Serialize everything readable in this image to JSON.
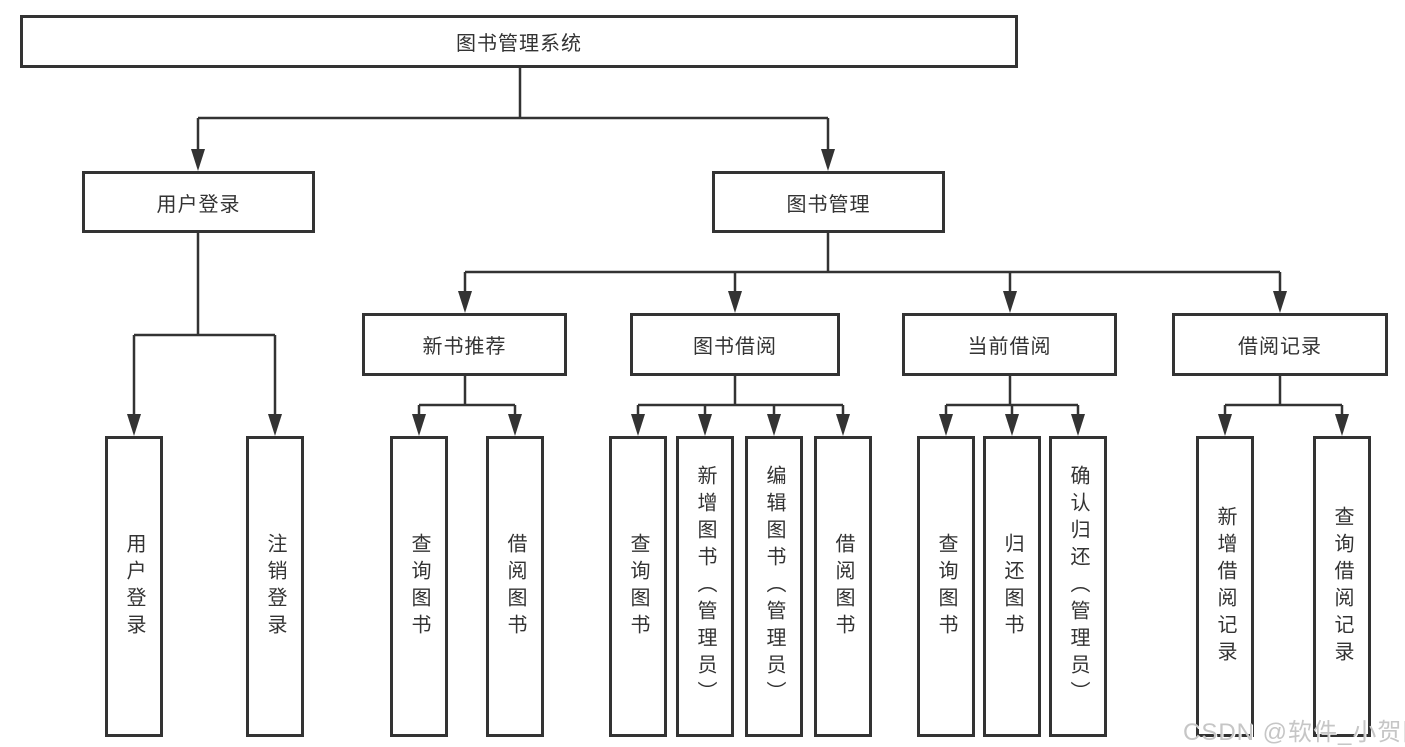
{
  "diagram": {
    "root": {
      "label": "图书管理系统"
    },
    "branches": [
      {
        "label": "用户登录",
        "leaves": [
          "用户登录",
          "注销登录"
        ]
      },
      {
        "label": "图书管理",
        "groups": [
          {
            "label": "新书推荐",
            "leaves": [
              "查询图书",
              "借阅图书"
            ]
          },
          {
            "label": "图书借阅",
            "leaves": [
              "查询图书",
              "新增图书（管理员）",
              "编辑图书（管理员）",
              "借阅图书"
            ]
          },
          {
            "label": "当前借阅",
            "leaves": [
              "查询图书",
              "归还图书",
              "确认归还（管理员）"
            ]
          },
          {
            "label": "借阅记录",
            "leaves": [
              "新增借阅记录",
              "查询借阅记录"
            ]
          }
        ]
      }
    ]
  },
  "watermark": {
    "text": "CSDN @软件_小贺同学"
  },
  "colors": {
    "line": "#333333",
    "text": "#333333",
    "watermark": "#c6c6c6"
  }
}
